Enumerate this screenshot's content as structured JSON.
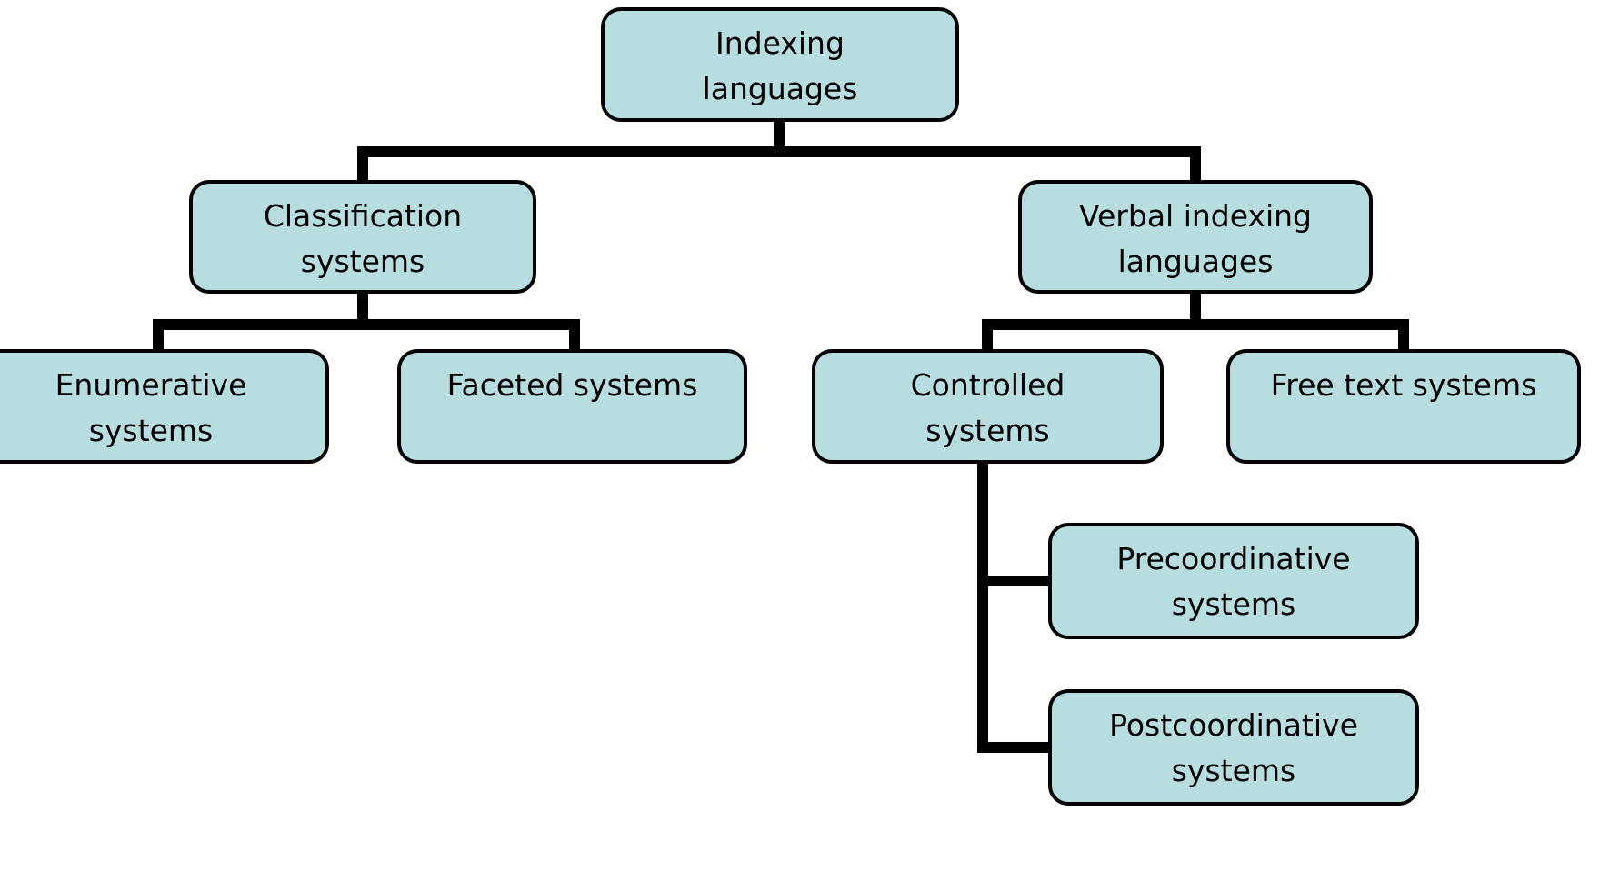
{
  "diagram": {
    "type": "tree",
    "title": "Indexing languages",
    "colors": {
      "background": "#ffffff",
      "node_fill": "#b8dde1",
      "node_border": "#000000",
      "connector": "#000000",
      "text": "#000000"
    },
    "nodes": {
      "root": {
        "label": "Indexing\nlanguages"
      },
      "classification": {
        "label": "Classification\nsystems"
      },
      "verbal": {
        "label": "Verbal indexing\nlanguages"
      },
      "enumerative": {
        "label": "Enumerative\nsystems"
      },
      "faceted": {
        "label": "Faceted systems"
      },
      "controlled": {
        "label": "Controlled\nsystems"
      },
      "freetext": {
        "label": "Free text systems"
      },
      "precoordinative": {
        "label": "Precoordinative\nsystems"
      },
      "postcoordinative": {
        "label": "Postcoordinative\nsystems"
      }
    },
    "hierarchy": [
      {
        "parent": "Indexing languages",
        "children": [
          "Classification systems",
          "Verbal indexing languages"
        ]
      },
      {
        "parent": "Classification systems",
        "children": [
          "Enumerative systems",
          "Faceted systems"
        ]
      },
      {
        "parent": "Verbal indexing languages",
        "children": [
          "Controlled systems",
          "Free text systems"
        ]
      },
      {
        "parent": "Controlled systems",
        "children": [
          "Precoordinative systems",
          "Postcoordinative systems"
        ]
      }
    ]
  }
}
